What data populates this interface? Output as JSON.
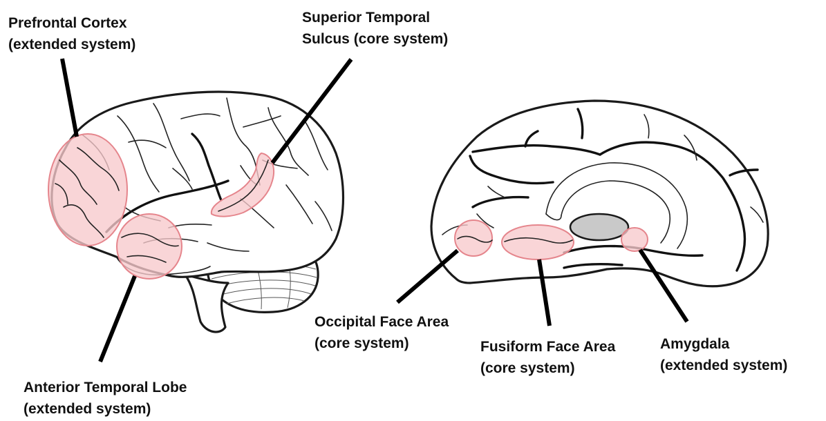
{
  "colors": {
    "region_fill": "#f7c9cc",
    "region_stroke": "#e5858c",
    "outline": "#1a1a1a",
    "nucleus_fill": "#c9c9c9"
  },
  "icons": [
    "lateral-brain-illustration",
    "medial-brain-illustration"
  ],
  "labels": {
    "prefrontal": {
      "line1": "Prefrontal Cortex",
      "line2": "(extended system)"
    },
    "sts": {
      "line1": "Superior Temporal",
      "line2": "Sulcus (core system)"
    },
    "atl": {
      "line1": "Anterior Temporal Lobe",
      "line2": "(extended system)"
    },
    "ofa": {
      "line1": "Occipital Face Area",
      "line2": "(core system)"
    },
    "ffa": {
      "line1": "Fusiform Face Area",
      "line2": "(core system)"
    },
    "amygdala": {
      "line1": "Amygdala",
      "line2": "(extended system)"
    }
  }
}
